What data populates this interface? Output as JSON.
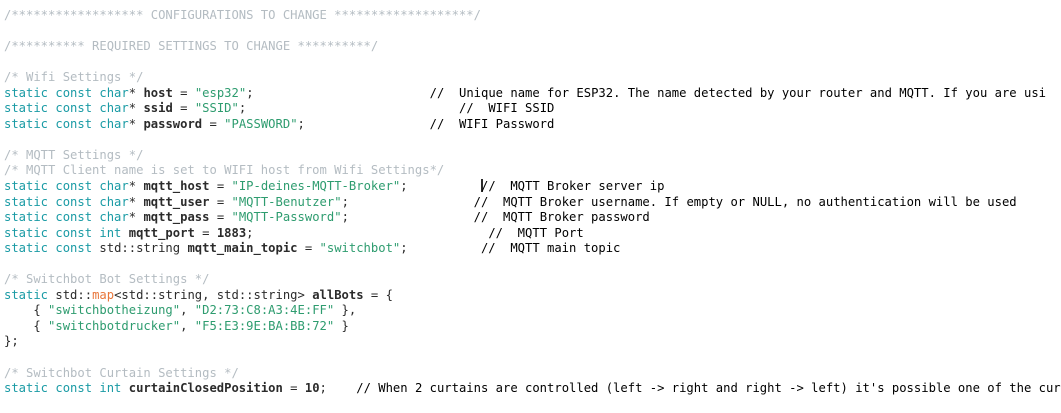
{
  "editor": {
    "language": "cpp",
    "colors": {
      "background": "#ffffff",
      "keyword": "#1a9ba5",
      "string": "#2e9c6f",
      "identifier": "#2b2b2b",
      "block_comment": "#b4bcc2",
      "line_comment": "#5c6670",
      "type_highlight": "#e8763a",
      "caret": "#2b2b2b"
    },
    "caret": {
      "line_index": 12,
      "before_token": "//"
    }
  },
  "code": {
    "banner_configurations": "/****************** CONFIGURATIONS TO CHANGE *******************/",
    "banner_required": "/********** REQUIRED SETTINGS TO CHANGE **********/",
    "wifi_section_comment": "/* Wifi Settings */",
    "wifi": {
      "host": {
        "kw": "static const char",
        "star": "*",
        "name": "host",
        "eq": " = ",
        "value": "\"esp32\"",
        "semi": ";",
        "comment": "//  Unique name for ESP32. The name detected by your router and MQTT. If you are usi"
      },
      "ssid": {
        "kw": "static const char",
        "star": "*",
        "name": "ssid",
        "eq": " = ",
        "value": "\"SSID\"",
        "semi": ";",
        "comment": "//  WIFI SSID"
      },
      "password": {
        "kw": "static const char",
        "star": "*",
        "name": "password",
        "eq": " = ",
        "value": "\"PASSWORD\"",
        "semi": ";",
        "comment": "//  WIFI Password"
      }
    },
    "mqtt_section_comment": "/* MQTT Settings */",
    "mqtt_client_comment": "/* MQTT Client name is set to WIFI host from Wifi Settings*/",
    "mqtt": {
      "host": {
        "kw": "static const char",
        "star": "*",
        "name": "mqtt_host",
        "eq": " = ",
        "value": "\"IP-deines-MQTT-Broker\"",
        "semi": ";",
        "comment": "//  MQTT Broker server ip"
      },
      "user": {
        "kw": "static const char",
        "star": "*",
        "name": "mqtt_user",
        "eq": " = ",
        "value": "\"MQTT-Benutzer\"",
        "semi": ";",
        "comment": "//  MQTT Broker username. If empty or NULL, no authentication will be used"
      },
      "pass": {
        "kw": "static const char",
        "star": "*",
        "name": "mqtt_pass",
        "eq": " = ",
        "value": "\"MQTT-Password\"",
        "semi": ";",
        "comment": "//  MQTT Broker password"
      },
      "port": {
        "kw": "static const int ",
        "name": "mqtt_port",
        "eq": " = ",
        "value": "1883",
        "semi": ";",
        "comment": "//  MQTT Port"
      },
      "main_topic": {
        "kw": "static const ",
        "type": "std::string ",
        "name": "mqtt_main_topic",
        "eq": " = ",
        "value": "\"switchbot\"",
        "semi": ";",
        "comment": "//  MQTT main topic"
      }
    },
    "bot_section_comment": "/* Switchbot Bot Settings */",
    "allbots": {
      "kw": "static ",
      "ns": "std::",
      "type": "map",
      "generic": "<std::string, std::string> ",
      "name": "allBots",
      "eq": " = ",
      "brace": "{",
      "entries": [
        {
          "indent": "    { ",
          "key": "\"switchbotheizung\"",
          "sep": ", ",
          "mac": "\"D2:73:C8:A3:4E:FF\"",
          "close": " },"
        },
        {
          "indent": "    { ",
          "key": "\"switchbotdrucker\"",
          "sep": ", ",
          "mac": "\"F5:E3:9E:BA:BB:72\"",
          "close": " }"
        }
      ],
      "end": "};"
    },
    "curtain_section_comment": "/* Switchbot Curtain Settings */",
    "curtain": {
      "closed_position": {
        "kw": "static const int ",
        "name": "curtainClosedPosition",
        "eq": " = ",
        "value": "10",
        "semi": ";",
        "comment": "// When 2 curtains are controlled (left -> right and right -> left) it's possible one of the cur"
      }
    }
  }
}
